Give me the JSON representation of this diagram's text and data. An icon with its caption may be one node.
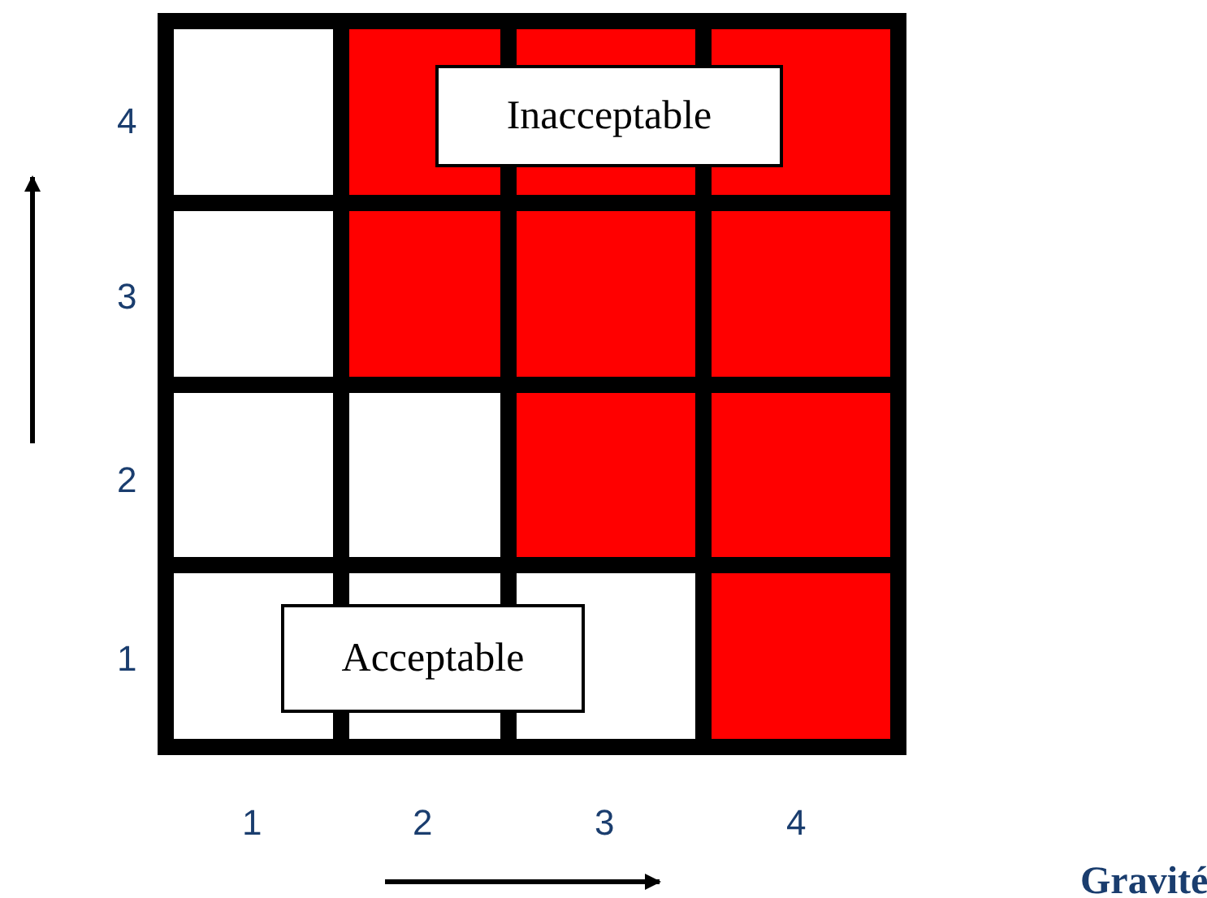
{
  "diagram": {
    "nodes": [
      {
        "text": [
          "Inacceptable"
        ]
      },
      {
        "text": [
          "Acceptable"
        ]
      }
    ],
    "edges": [],
    "labels": [
      "4",
      "3",
      "2",
      "1",
      "1",
      "2",
      "3",
      "4",
      "Gravité"
    ]
  }
}
